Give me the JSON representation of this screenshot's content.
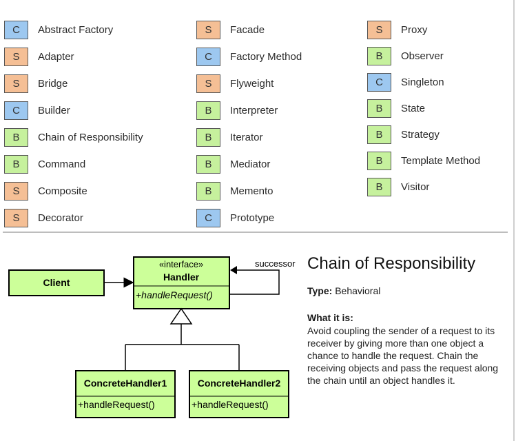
{
  "patterns": {
    "col1": [
      {
        "badge": "C",
        "name": "Abstract Factory"
      },
      {
        "badge": "S",
        "name": "Adapter"
      },
      {
        "badge": "S",
        "name": "Bridge"
      },
      {
        "badge": "C",
        "name": "Builder"
      },
      {
        "badge": "B",
        "name": "Chain of Responsibility"
      },
      {
        "badge": "B",
        "name": "Command"
      },
      {
        "badge": "S",
        "name": "Composite"
      },
      {
        "badge": "S",
        "name": "Decorator"
      }
    ],
    "col2": [
      {
        "badge": "S",
        "name": "Facade"
      },
      {
        "badge": "C",
        "name": "Factory Method"
      },
      {
        "badge": "S",
        "name": "Flyweight"
      },
      {
        "badge": "B",
        "name": "Interpreter"
      },
      {
        "badge": "B",
        "name": "Iterator"
      },
      {
        "badge": "B",
        "name": "Mediator"
      },
      {
        "badge": "B",
        "name": "Memento"
      },
      {
        "badge": "C",
        "name": "Prototype"
      }
    ],
    "col3": [
      {
        "badge": "S",
        "name": "Proxy"
      },
      {
        "badge": "B",
        "name": "Observer"
      },
      {
        "badge": "C",
        "name": "Singleton"
      },
      {
        "badge": "B",
        "name": "State"
      },
      {
        "badge": "B",
        "name": "Strategy"
      },
      {
        "badge": "B",
        "name": "Template Method"
      },
      {
        "badge": "B",
        "name": "Visitor"
      }
    ]
  },
  "colors": {
    "creational": "#9dc8f0",
    "structural": "#f5bf95",
    "behavioral": "#c6f19d",
    "uml_fill": "#ccff99"
  },
  "diagram": {
    "client": "Client",
    "handler_stereotype": "«interface»",
    "handler_name": "Handler",
    "handler_method": "+handleRequest()",
    "successor_label": "successor",
    "concrete1_name": "ConcreteHandler1",
    "concrete1_method": "+handleRequest()",
    "concrete2_name": "ConcreteHandler2",
    "concrete2_method": "+handleRequest()"
  },
  "detail": {
    "title": "Chain of Responsibility",
    "type_label": "Type:",
    "type_value": "Behavioral",
    "what_label": "What it is:",
    "what_text": "Avoid coupling the sender of a request to its receiver by giving more than one object a chance to handle the request. Chain the receiving objects and pass the request along the chain until an object handles it."
  }
}
